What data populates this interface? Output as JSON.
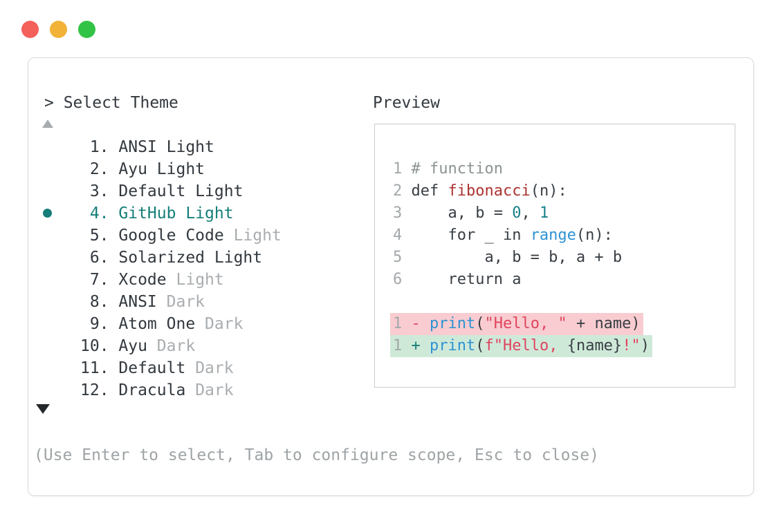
{
  "colors": {
    "accent_teal": "#157e79",
    "text_dark": "#32383e",
    "dim_gray": "#a9adb0",
    "hint_gray": "#9ea3a6",
    "diff_removed_bg": "#f8ccd0",
    "diff_added_bg": "#cfe9d9",
    "panel_border": "#d8dadb",
    "preview_border": "#c9cbcd"
  },
  "window": {
    "traffic_lights": [
      {
        "name": "close",
        "color": "#f4605a"
      },
      {
        "name": "minimize",
        "color": "#f2b237"
      },
      {
        "name": "zoom",
        "color": "#31c345"
      }
    ]
  },
  "theme_picker": {
    "prompt": "> Select Theme",
    "scroll_up_symbol": "▲",
    "scroll_down_symbol": "▼",
    "items": [
      {
        "number": "1.",
        "name": "ANSI",
        "variant": "Light",
        "variant_dimmed": false,
        "selected": false
      },
      {
        "number": "2.",
        "name": "Ayu",
        "variant": "Light",
        "variant_dimmed": false,
        "selected": false
      },
      {
        "number": "3.",
        "name": "Default",
        "variant": "Light",
        "variant_dimmed": false,
        "selected": false
      },
      {
        "number": "4.",
        "name": "GitHub",
        "variant": "Light",
        "variant_dimmed": false,
        "selected": true
      },
      {
        "number": "5.",
        "name": "Google Code",
        "variant": "Light",
        "variant_dimmed": true,
        "selected": false
      },
      {
        "number": "6.",
        "name": "Solarized",
        "variant": "Light",
        "variant_dimmed": false,
        "selected": false
      },
      {
        "number": "7.",
        "name": "Xcode",
        "variant": "Light",
        "variant_dimmed": true,
        "selected": false
      },
      {
        "number": "8.",
        "name": "ANSI",
        "variant": "Dark",
        "variant_dimmed": true,
        "selected": false
      },
      {
        "number": "9.",
        "name": "Atom One",
        "variant": "Dark",
        "variant_dimmed": true,
        "selected": false
      },
      {
        "number": "10.",
        "name": "Ayu",
        "variant": "Dark",
        "variant_dimmed": true,
        "selected": false
      },
      {
        "number": "11.",
        "name": "Default",
        "variant": "Dark",
        "variant_dimmed": true,
        "selected": false
      },
      {
        "number": "12.",
        "name": "Dracula",
        "variant": "Dark",
        "variant_dimmed": true,
        "selected": false
      }
    ],
    "hint": "(Use Enter to select, Tab to configure scope, Esc to close)"
  },
  "preview": {
    "label": "Preview",
    "lines": [
      {
        "no": "1",
        "bg": null,
        "tokens": [
          [
            "comment",
            "# function"
          ]
        ]
      },
      {
        "no": "2",
        "bg": null,
        "tokens": [
          [
            "plain",
            "def "
          ],
          [
            "func",
            "fibonacci"
          ],
          [
            "plain",
            "(n):"
          ]
        ]
      },
      {
        "no": "3",
        "bg": null,
        "tokens": [
          [
            "plain",
            "    a, b = "
          ],
          [
            "num",
            "0"
          ],
          [
            "plain",
            ", "
          ],
          [
            "num",
            "1"
          ]
        ]
      },
      {
        "no": "4",
        "bg": null,
        "tokens": [
          [
            "plain",
            "    for _ in "
          ],
          [
            "builtin",
            "range"
          ],
          [
            "plain",
            "(n):"
          ]
        ]
      },
      {
        "no": "5",
        "bg": null,
        "tokens": [
          [
            "plain",
            "        a, b = b, a + b"
          ]
        ]
      },
      {
        "no": "6",
        "bg": null,
        "tokens": [
          [
            "plain",
            "    return a"
          ]
        ]
      },
      {
        "no": "",
        "bg": null,
        "tokens": []
      },
      {
        "no": "1",
        "bg": "removed",
        "tokens": [
          [
            "minus",
            "- "
          ],
          [
            "builtin",
            "print"
          ],
          [
            "plain",
            "("
          ],
          [
            "string",
            "\"Hello, \""
          ],
          [
            "plain",
            " + name)"
          ]
        ]
      },
      {
        "no": "1",
        "bg": "added",
        "tokens": [
          [
            "plus",
            "+ "
          ],
          [
            "builtin",
            "print"
          ],
          [
            "plain",
            "("
          ],
          [
            "string",
            "f\"Hello, "
          ],
          [
            "plain",
            "{name}"
          ],
          [
            "string",
            "!\""
          ],
          [
            "plain",
            ")"
          ]
        ]
      }
    ]
  }
}
